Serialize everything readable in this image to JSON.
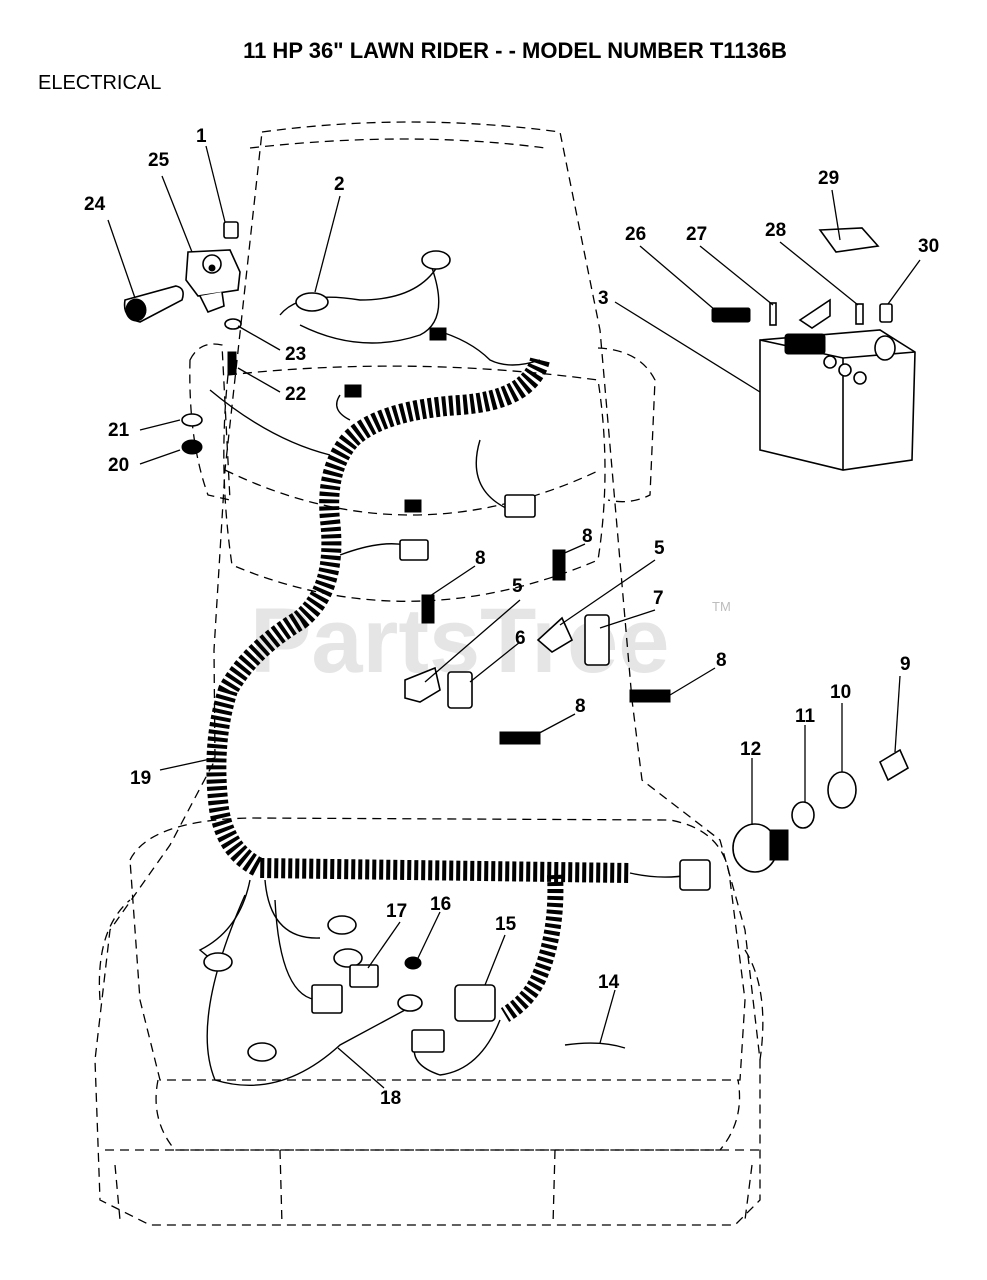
{
  "header": {
    "title": "11 HP 36\" LAWN RIDER - - MODEL NUMBER T1136B",
    "section": "ELECTRICAL"
  },
  "watermark": {
    "text": "PartsTree",
    "tm": "TM"
  },
  "callouts": [
    {
      "id": "c1",
      "label": "1"
    },
    {
      "id": "c2",
      "label": "2"
    },
    {
      "id": "c3",
      "label": "3"
    },
    {
      "id": "c5a",
      "label": "5"
    },
    {
      "id": "c5b",
      "label": "5"
    },
    {
      "id": "c6",
      "label": "6"
    },
    {
      "id": "c7",
      "label": "7"
    },
    {
      "id": "c8a",
      "label": "8"
    },
    {
      "id": "c8b",
      "label": "8"
    },
    {
      "id": "c8c",
      "label": "8"
    },
    {
      "id": "c8d",
      "label": "8"
    },
    {
      "id": "c9",
      "label": "9"
    },
    {
      "id": "c10",
      "label": "10"
    },
    {
      "id": "c11",
      "label": "11"
    },
    {
      "id": "c12",
      "label": "12"
    },
    {
      "id": "c14",
      "label": "14"
    },
    {
      "id": "c15",
      "label": "15"
    },
    {
      "id": "c16",
      "label": "16"
    },
    {
      "id": "c17",
      "label": "17"
    },
    {
      "id": "c18",
      "label": "18"
    },
    {
      "id": "c19",
      "label": "19"
    },
    {
      "id": "c20",
      "label": "20"
    },
    {
      "id": "c21",
      "label": "21"
    },
    {
      "id": "c22",
      "label": "22"
    },
    {
      "id": "c23",
      "label": "23"
    },
    {
      "id": "c24",
      "label": "24"
    },
    {
      "id": "c25",
      "label": "25"
    },
    {
      "id": "c26",
      "label": "26"
    },
    {
      "id": "c27",
      "label": "27"
    },
    {
      "id": "c28",
      "label": "28"
    },
    {
      "id": "c29",
      "label": "29"
    },
    {
      "id": "c30",
      "label": "30"
    }
  ]
}
